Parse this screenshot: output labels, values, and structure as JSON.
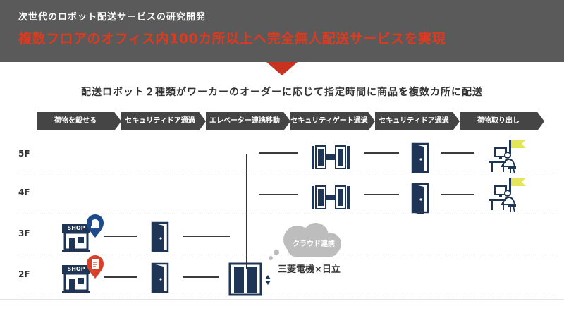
{
  "header": {
    "subtitle": "次世代のロボット配送サービスの研究開発",
    "title": "複数フロアのオフィス内100カ所以上へ完全無人配送サービスを実現"
  },
  "lead_text": "配送ロボット２種類がワーカーのオーダーに応じて指定時間に商品を複数カ所に配送",
  "steps": [
    "荷物を載せる",
    "セキュリティドア通過",
    "エレベーター連携移動",
    "セキュリティゲート通過",
    "セキュリティドア通過",
    "荷物取り出し"
  ],
  "floors": [
    "5F",
    "4F",
    "3F",
    "2F"
  ],
  "shops": [
    "SHOP",
    "SHOP"
  ],
  "cloud_label": "クラウド連携",
  "partner_text": "三菱電機×日立",
  "colors": {
    "header_bg": "#5a5a5a",
    "title_red": "#e0391f",
    "navy": "#1e3556",
    "step_bg": "#454545",
    "pin_blue": "#1f4b8c",
    "pin_red": "#d9402b",
    "flag_yellow": "#e4e65a",
    "cloud_gray": "#bdbdbd"
  },
  "icons": [
    "bell-icon",
    "receipt-icon",
    "door-icon",
    "elevator-icon",
    "security-gate-icon",
    "worker-desk-icon",
    "flag-icon",
    "cloud-icon",
    "up-down-arrow-icon"
  ]
}
